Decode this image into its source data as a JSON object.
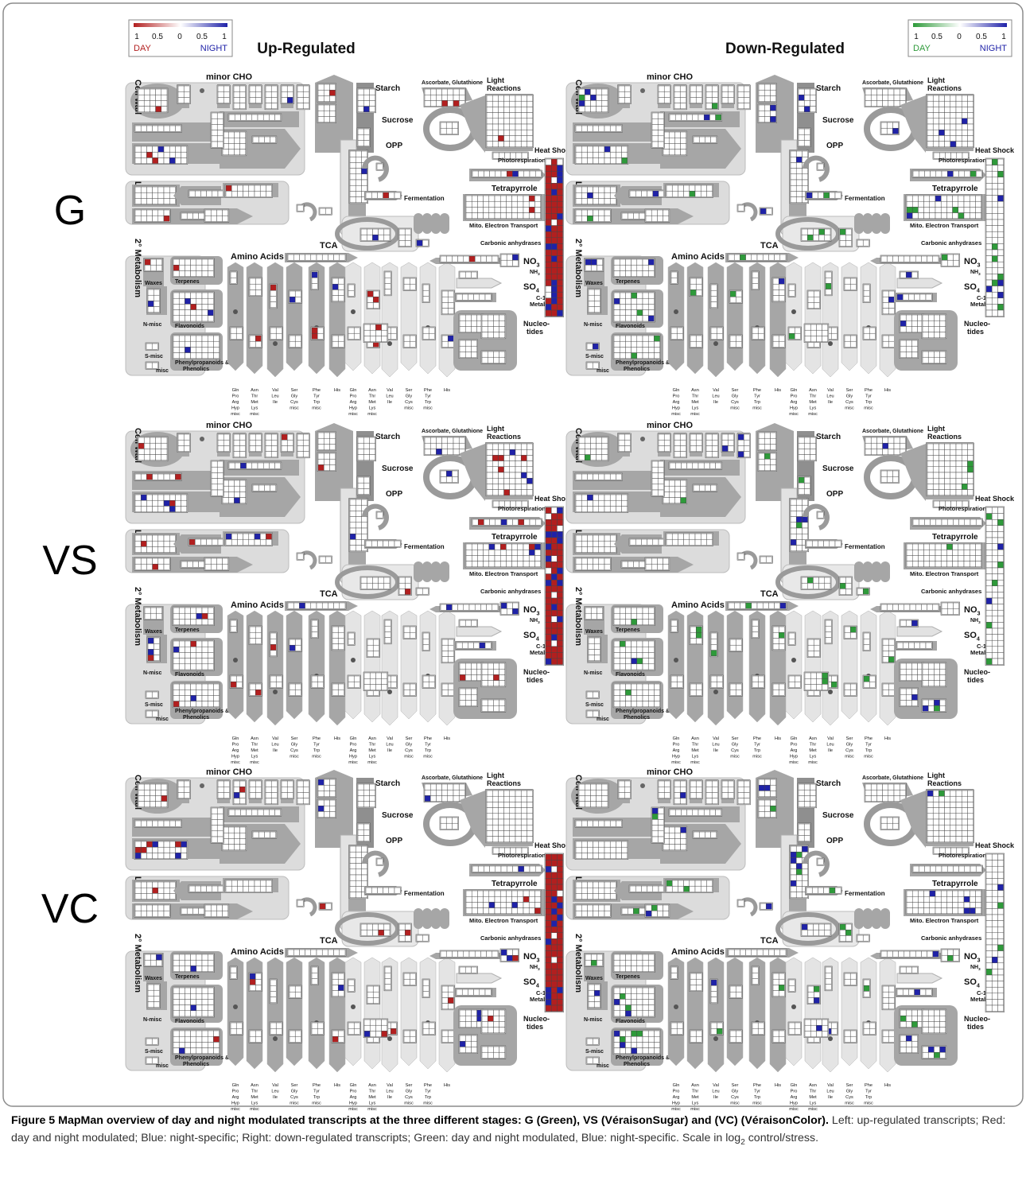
{
  "colors": {
    "day": "#b21f1f",
    "night": "#1f22a8",
    "day_down": "#2e9a3a",
    "block": "#a6a6a6",
    "block_dark": "#8f8f8f",
    "panel_bg": "#dcdcdc",
    "cell_fill": "#ffffff",
    "frame": "#7a7a7a"
  },
  "columns": {
    "left": "Up-Regulated",
    "right": "Down-Regulated"
  },
  "rows": [
    {
      "label": "G"
    },
    {
      "label": "VS"
    },
    {
      "label": "VC"
    }
  ],
  "scale_up": {
    "ticks": [
      "1",
      "0.5",
      "0",
      "0.5",
      "1"
    ],
    "left_label": "DAY",
    "right_label": "NIGHT"
  },
  "scale_down": {
    "ticks": [
      "1",
      "0.5",
      "0",
      "0.5",
      "1"
    ],
    "left_label": "DAY",
    "right_label": "NIGHT"
  },
  "map_labels": {
    "minor_cho": "minor CHO",
    "starch": "Starch",
    "sucrose": "Sucrose",
    "opp": "OPP",
    "ascorbate": "Ascorbate, Glutathione",
    "light1": "Light",
    "light2": "Reactions",
    "cell_wall": "Cell wall",
    "photoresp": "Photorespiration",
    "fermentation": "Fermentation",
    "tetrapyrrole": "Tetrapyrrole",
    "mito": "Mito. Electron Transport",
    "lipids": "Lipids",
    "tca": "TCA",
    "carbonic": "Carbonic anhydrases",
    "heat_shock": "Heat Shock",
    "amino_acids": "Amino Acids",
    "no3": "NO",
    "no3_sub": "3",
    "nh3": "NH",
    "nh3_sub": "3",
    "so4": "SO",
    "so4_sub": "4",
    "c1a": "C-1",
    "c1b": "Metab",
    "nucleo1": "Nucleo-",
    "nucleo2": "tides",
    "secondary": "2° Metabolism",
    "waxes": "Waxes",
    "terpenes": "Terpenes",
    "flavonoids": "Flavonoids",
    "nmisc": "N-misc",
    "smisc": "S-misc",
    "misc": "misc",
    "phenyl1": "Phenylpropanoids &",
    "phenyl2": "Phenolics"
  },
  "aa_groups": [
    [
      "Gln",
      "Pro",
      "Arg",
      "Hyp",
      "misc"
    ],
    [
      "Asn",
      "Thr",
      "Met",
      "Lys",
      "misc"
    ],
    [
      "Val",
      "Leu",
      "Ile"
    ],
    [
      "Ser",
      "Gly",
      "Cys",
      "misc"
    ],
    [
      "Phe",
      "Tyr",
      "Trp",
      "misc"
    ],
    [
      "His"
    ]
  ],
  "caption": {
    "title": "Figure 5 MapMan overview of day and night modulated transcripts at the three different stages: G (Green), VS (VéraisonSugar) and (VC) (VéraisonColor).",
    "body_a": " Left: up-regulated transcripts; Red: day and night modulated; Blue: night-specific; Right: down-regulated transcripts; Green: day and night modulated, Blue: night-specific. Scale in log",
    "body_sub": "2",
    "body_b": " control/stress."
  }
}
